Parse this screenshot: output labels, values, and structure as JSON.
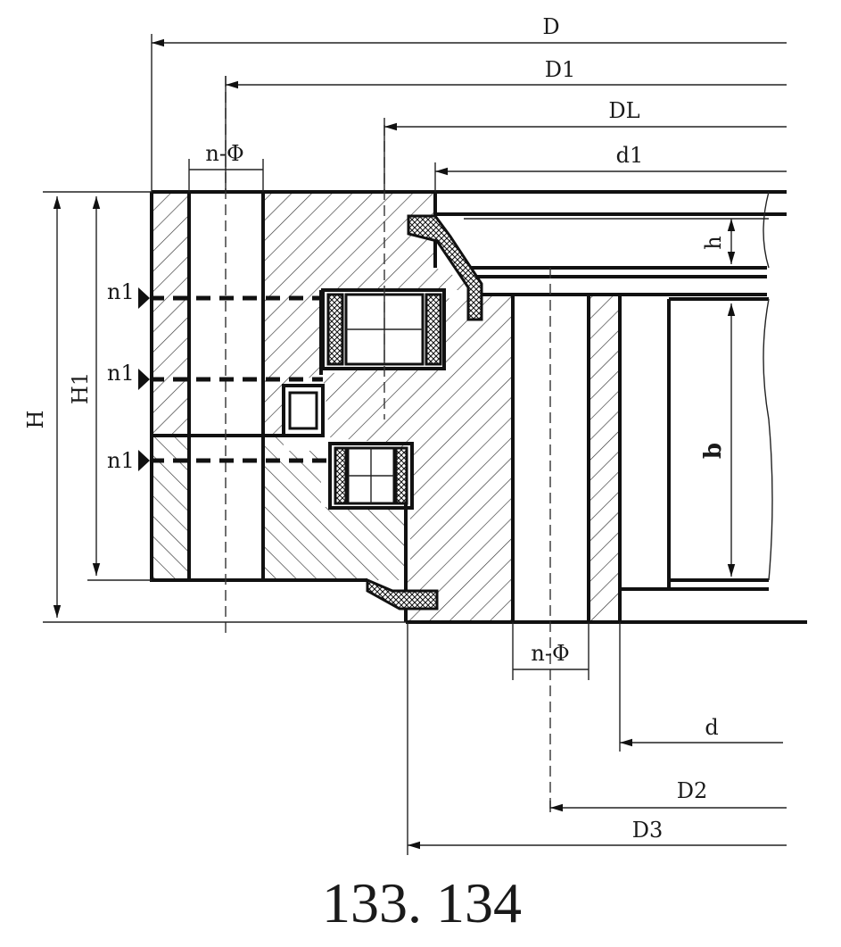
{
  "labels": {
    "D": "D",
    "D1": "D1",
    "DL": "DL",
    "d1": "d1",
    "n_phi_top": "n-Φ",
    "n_phi_bottom": "n-Φ",
    "H": "H",
    "H1": "H1",
    "h": "h",
    "b": "b",
    "n1_top": "n1",
    "n1_mid": "n1",
    "n1_bottom": "n1",
    "d": "d",
    "D2": "D2",
    "D3": "D3"
  },
  "model_number": "133. 134"
}
